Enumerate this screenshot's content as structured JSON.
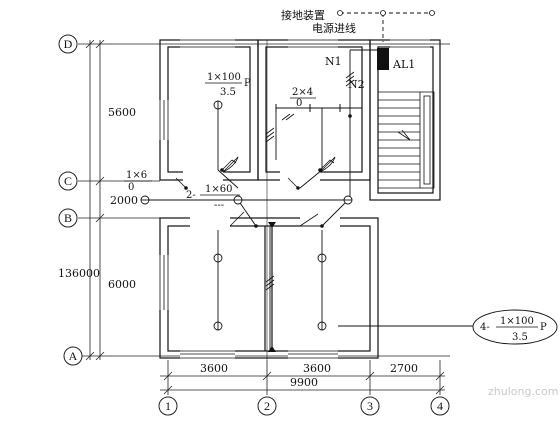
{
  "annotations": {
    "grounding_device": "接地装置",
    "power_inlet": "电源进线",
    "panel": "AL1",
    "circuit_n1": "N1",
    "circuit_n2": "N2"
  },
  "axes": {
    "rows": [
      "D",
      "C",
      "B",
      "A"
    ],
    "cols": [
      "1",
      "2",
      "3",
      "4"
    ]
  },
  "dimensions": {
    "left": [
      "5600",
      "2000",
      "6000",
      "136000"
    ],
    "bottom": [
      "3600",
      "3600",
      "2700",
      "9900"
    ]
  },
  "lamp_labels": {
    "room_d_left_top": "1×100",
    "room_d_left_p": "P",
    "room_d_left_bottom": "3.5",
    "room_d_right_top": "2×4",
    "room_d_right_bottom": "0",
    "corridor_left_top": "1×6",
    "corridor_left_bottom": "0",
    "corridor_mid_prefix": "2-",
    "corridor_mid_top": "1×60",
    "corridor_mid_bottom": "---",
    "callout_prefix": "4-",
    "callout_top": "1×100",
    "callout_p": "P",
    "callout_bottom": "3.5"
  },
  "watermark": "zhulong.com"
}
